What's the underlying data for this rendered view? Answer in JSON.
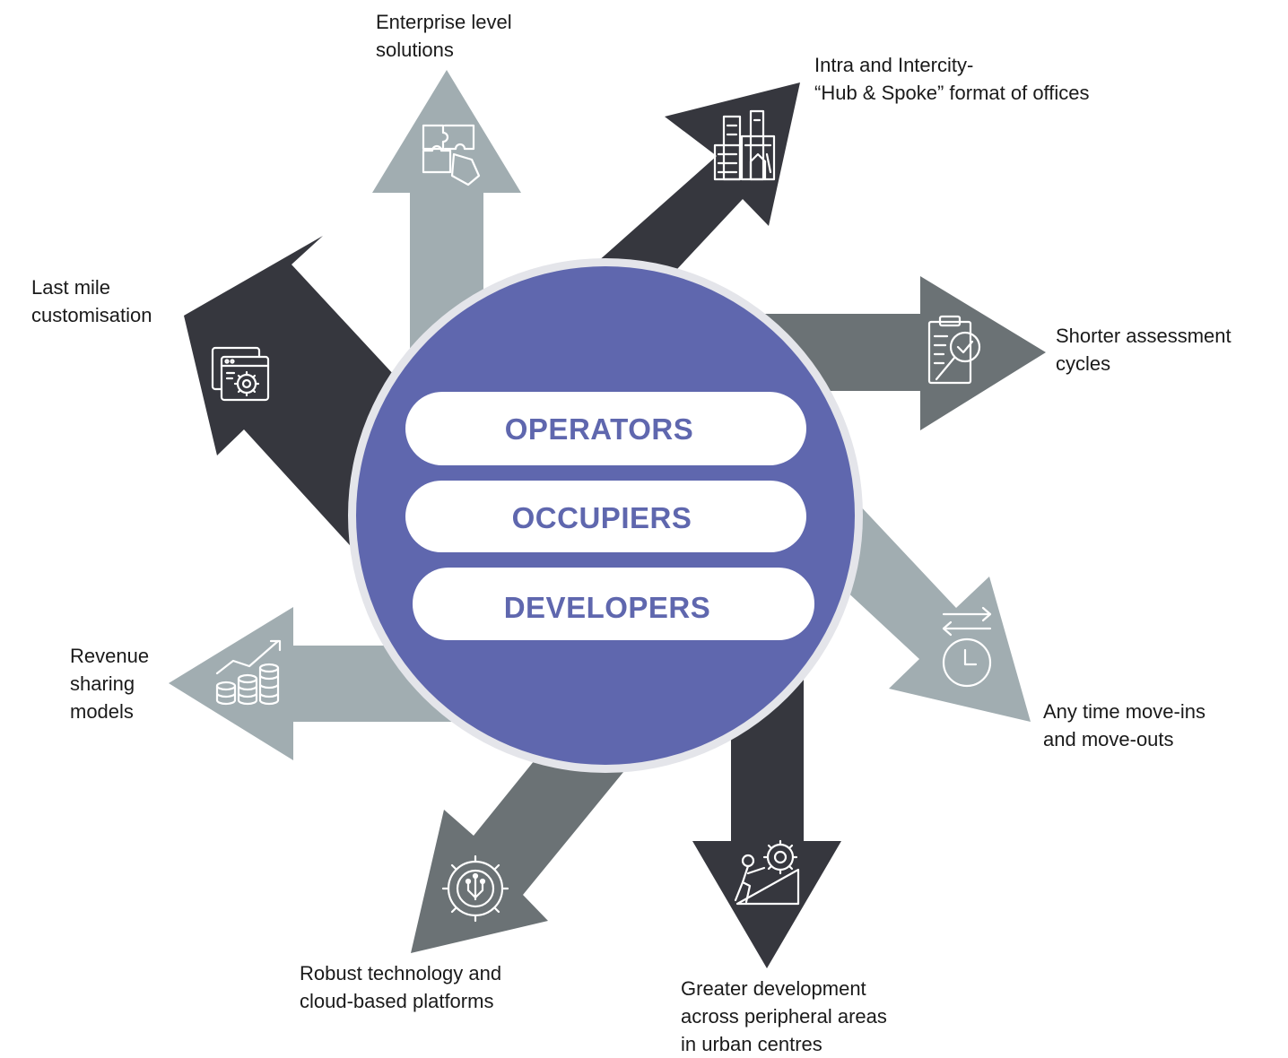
{
  "colors": {
    "dark": "#36373e",
    "mid": "#6b7275",
    "light": "#a1adb1",
    "circle": "#5f67ae",
    "ring": "#e4e5ea",
    "pill": "#ffffff",
    "pill_text": "#5f67ae"
  },
  "center": {
    "items": [
      "OPERATORS",
      "OCCUPIERS",
      "DEVELOPERS"
    ]
  },
  "arrows": {
    "enterprise": {
      "lines": [
        "Enterprise level",
        "solutions"
      ],
      "icon": "puzzle-icon"
    },
    "hub_spoke": {
      "lines": [
        "Intra and Intercity-",
        "“Hub & Spoke” format of offices"
      ],
      "icon": "city-buildings-icon"
    },
    "assessment": {
      "lines": [
        "Shorter assessment",
        "cycles"
      ],
      "icon": "clipboard-magnifier-icon"
    },
    "move": {
      "lines": [
        "Any time move-ins",
        "and move-outs"
      ],
      "icon": "clock-arrows-icon"
    },
    "development": {
      "lines": [
        "Greater development",
        "across peripheral areas",
        "in urban centres"
      ],
      "icon": "person-pushing-gear-icon"
    },
    "technology": {
      "lines": [
        "Robust technology and",
        "cloud-based platforms"
      ],
      "icon": "circuit-gear-icon"
    },
    "revenue": {
      "lines": [
        "Revenue",
        "sharing",
        "models"
      ],
      "icon": "coins-growth-icon"
    },
    "customisation": {
      "lines": [
        "Last mile",
        "customisation"
      ],
      "icon": "browser-gear-icon"
    }
  }
}
